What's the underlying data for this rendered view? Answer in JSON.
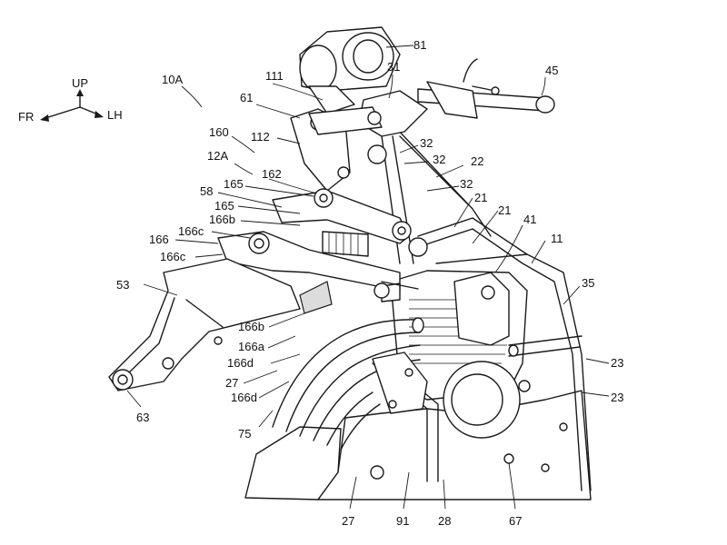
{
  "figure": {
    "ref_labels": {
      "l10A": "10A",
      "l160": "160",
      "l12A": "12A",
      "l111": "111",
      "l81": "81",
      "l31": "31",
      "l45": "45",
      "l61": "61",
      "l112": "112",
      "l162": "162",
      "l32a": "32",
      "l32b": "32",
      "l32c": "32",
      "l22": "22",
      "l58": "58",
      "l165a": "165",
      "l165b": "165",
      "l166b_top": "166b",
      "l166c_a": "166c",
      "l166": "166",
      "l166c_b": "166c",
      "l21a": "21",
      "l21b": "21",
      "l41": "41",
      "l11": "11",
      "l53": "53",
      "l35": "35",
      "l166b_mid": "166b",
      "l166a": "166a",
      "l166d_a": "166d",
      "l27a": "27",
      "l166d_b": "166d",
      "l23a": "23",
      "l23b": "23",
      "l63": "63",
      "l75": "75",
      "l27b": "27",
      "l91": "91",
      "l28": "28",
      "l67": "67"
    },
    "orientation": {
      "up": "UP",
      "fr": "FR",
      "lh": "LH"
    }
  }
}
